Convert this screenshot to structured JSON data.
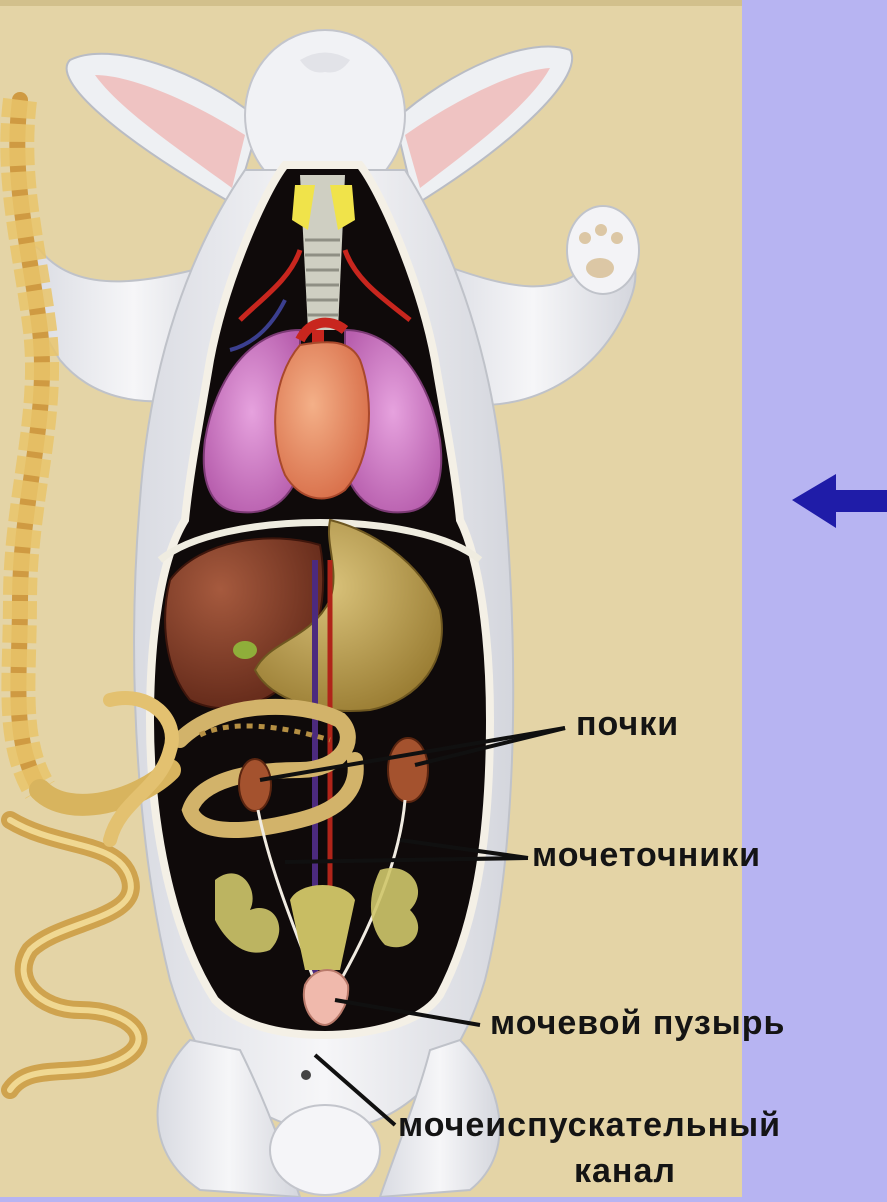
{
  "colors": {
    "slide_background": "#b7b4f2",
    "illustration_background": "#e4d4a6",
    "arrow": "#1f1ca8",
    "label_text": "#141414"
  },
  "labels": {
    "kidneys": "почки",
    "ureters": "мочеточники",
    "bladder": "мочевой пузырь",
    "urethra_line1": "мочеиспускательный",
    "urethra_line2": "канал"
  },
  "icons": {
    "nav_arrow": "left-arrow-icon"
  }
}
